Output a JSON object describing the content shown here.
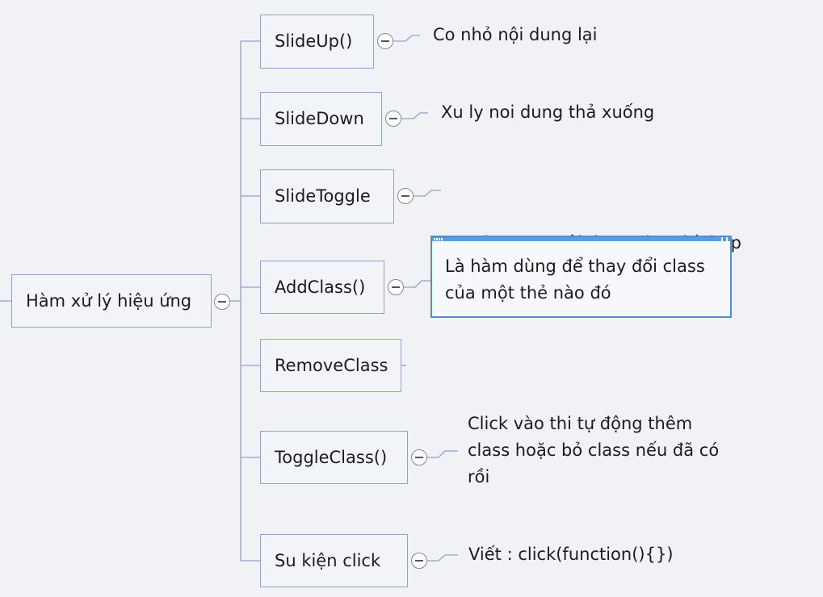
{
  "diagram": {
    "root": {
      "label": "Hàm xử lý hiệu ứng"
    },
    "branches": [
      {
        "id": "slideup",
        "label": "SlideUp()",
        "note": [
          "Co nhỏ nội dung lại"
        ],
        "collapsible": true
      },
      {
        "id": "slidedown",
        "label": "SlideDown",
        "note": [
          "Xu ly noi dung thả xuống"
        ],
        "collapsible": true
      },
      {
        "id": "slidetoggle",
        "label": "SlideToggle",
        "note": [
          "Tu dong  co nội dung cho phù hợp"
        ],
        "collapsible": true
      },
      {
        "id": "addclass",
        "label": "AddClass()",
        "note": [
          "Là hàm dùng để thay đổi class",
          "của một thẻ nào đó"
        ],
        "collapsible": true,
        "note_selected": true
      },
      {
        "id": "removeclass",
        "label": "RemoveClass",
        "note": [],
        "collapsible": false
      },
      {
        "id": "toggleclass",
        "label": "ToggleClass()",
        "note": [
          "Click vào thi tự động thêm",
          "class hoặc bỏ class nếu đã có",
          "rồi"
        ],
        "collapsible": true
      },
      {
        "id": "sukienclick",
        "label": "Su kiện click",
        "note": [
          "Viết : click(function(){})"
        ],
        "collapsible": true
      }
    ]
  },
  "colors": {
    "background": "#f1f2f5",
    "node_border": "#8ea3c7",
    "connector": "#8ea3c7",
    "selection": "#4d8ed6"
  }
}
